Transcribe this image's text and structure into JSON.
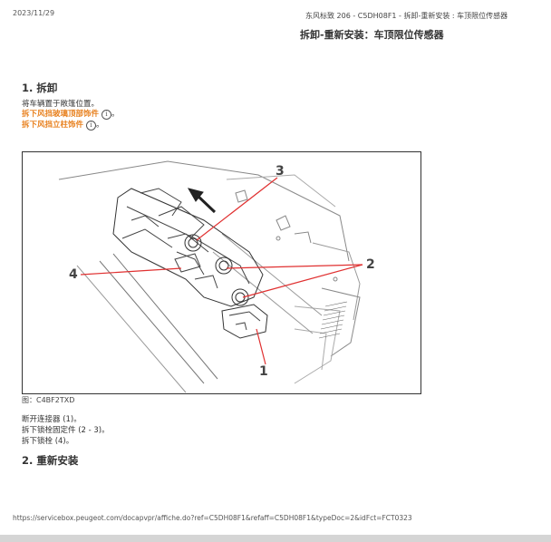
{
  "header": {
    "date": "2023/11/29",
    "breadcrumb": "东风标致 206 - C5DH08F1 - 拆卸-重新安装 : 车顶限位传感器"
  },
  "page_title": "拆卸-重新安装：车顶限位传感器",
  "removal": {
    "title": "1. 拆卸",
    "step1": "将车辆置于敞篷位置。",
    "link1": "拆下风挡玻璃顶部饰件",
    "link2": "拆下风挡立柱饰件",
    "info_glyph": "i",
    "punct": "。"
  },
  "figure": {
    "callouts": [
      "1",
      "2",
      "3",
      "4"
    ],
    "caption": "图：C4BF2TXD"
  },
  "steps": [
    "断开连接器 (1)。",
    "拆下锁栓固定件 (2 - 3)。",
    "拆下锁栓 (4)。"
  ],
  "install": {
    "title": "2. 重新安装"
  },
  "footer": {
    "url": "https://servicebox.peugeot.com/docapvpr/affiche.do?ref=C5DH08F1&refaff=C5DH08F1&typeDoc=2&idFct=FCT0323"
  },
  "colors": {
    "link": "#e8811f",
    "text": "#333333"
  }
}
